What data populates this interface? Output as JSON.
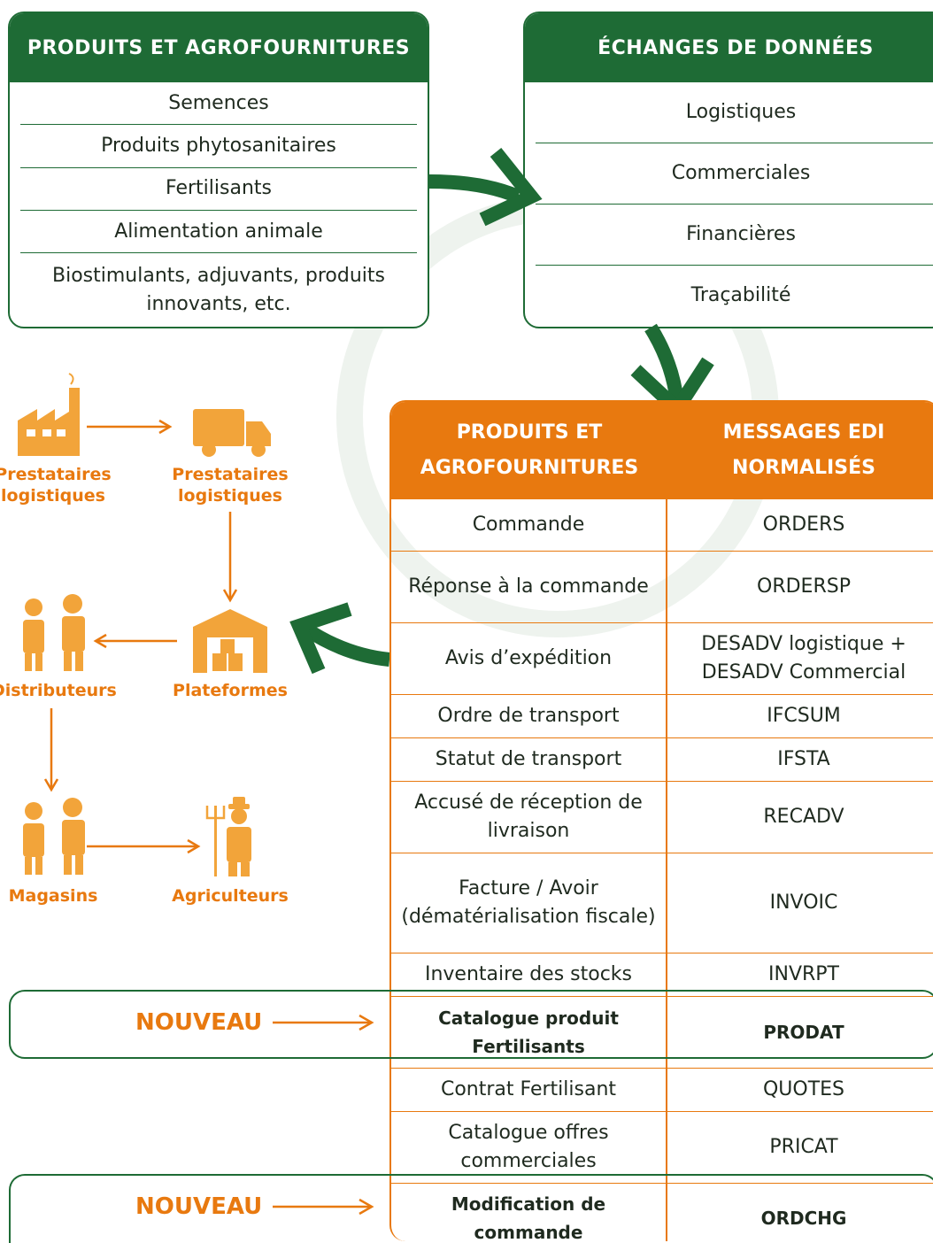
{
  "left_box": {
    "title": "PRODUITS ET AGROFOURNITURES",
    "items": [
      "Semences",
      "Produits phytosanitaires",
      "Fertilisants",
      "Alimentation animale",
      "Biostimulants, adjuvants, produits innovants, etc."
    ]
  },
  "right_box": {
    "title": "ÉCHANGES DE DONNÉES",
    "items": [
      "Logistiques",
      "Commerciales",
      "Financières",
      "Traçabilité"
    ]
  },
  "table": {
    "col1_header": "PRODUITS ET AGROFOURNITURES",
    "col2_header": "MESSAGES EDI NORMALISÉS",
    "rows": [
      {
        "product": "Commande",
        "message": "ORDERS"
      },
      {
        "product": "Réponse à la commande",
        "message": "ORDERSP"
      },
      {
        "product": "Avis d’expédition",
        "message": "DESADV logistique + DESADV Commercial"
      },
      {
        "product": "Ordre de transport",
        "message": "IFCSUM"
      },
      {
        "product": "Statut de transport",
        "message": "IFSTA"
      },
      {
        "product": "Accusé de réception de livraison",
        "message": "RECADV"
      },
      {
        "product": "Facture / Avoir (dématérialisation fiscale)",
        "message": "INVOIC"
      },
      {
        "product": "Inventaire des stocks",
        "message": "INVRPT"
      },
      {
        "product": "Catalogue produit Fertilisants",
        "message": "PRODAT"
      },
      {
        "product": "Contrat Fertilisant",
        "message": "QUOTES"
      },
      {
        "product": "Catalogue offres commerciales",
        "message": "PRICAT"
      },
      {
        "product": "Modification de commande",
        "message": "ORDCHG"
      }
    ]
  },
  "actors": {
    "factory": "Prestataires logistiques",
    "truck": "Prestataires logistiques",
    "distributors": "Distributeurs",
    "platforms": "Plateformes",
    "stores": "Magasins",
    "farmers": "Agriculteurs"
  },
  "new_labels": [
    "NOUVEAU",
    "NOUVEAU"
  ],
  "colors": {
    "green": "#1e6b35",
    "orange": "#e8790f",
    "icon_orange": "#f2a43a"
  }
}
